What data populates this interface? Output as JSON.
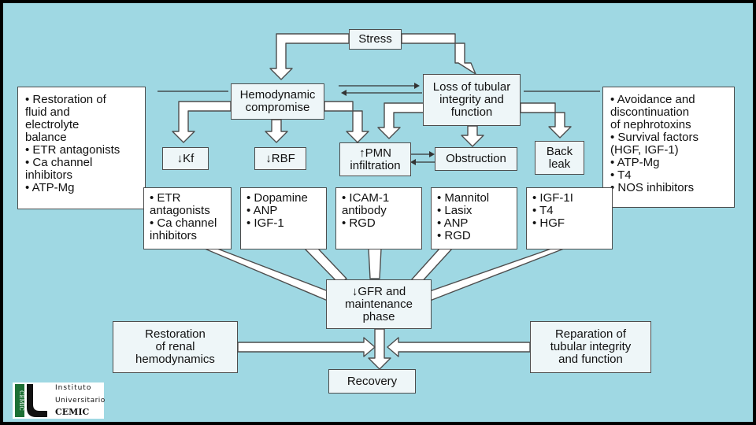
{
  "colors": {
    "background": "#9fd8e3",
    "box_fill_light": "#eef6f8",
    "box_fill_white": "#ffffff",
    "border": "#4d4d4d",
    "arrow_fill": "#ffffff",
    "logo_green": "#1c6f34"
  },
  "nodes": {
    "stress": "Stress",
    "hemodynamic": [
      "Hemodynamic",
      "compromise"
    ],
    "loss_tubular": [
      "Loss of tubular",
      "integrity and",
      "function"
    ],
    "kf": "↓Kf",
    "rbf": "↓RBF",
    "pmn": [
      "↑PMN",
      "infiltration"
    ],
    "obstruction": "Obstruction",
    "back_leak": [
      "Back",
      "leak"
    ],
    "gfr": [
      "↓GFR and",
      "maintenance",
      "phase"
    ],
    "restoration_renal": [
      "Restoration",
      "of renal",
      "hemodynamics"
    ],
    "reparation": [
      "Reparation of",
      "tubular integrity",
      "and function"
    ],
    "recovery": "Recovery"
  },
  "left_panel": [
    "• Restoration of",
    "fluid and",
    "electrolyte",
    "balance",
    "• ETR antagonists",
    "• Ca channel",
    "inhibitors",
    "• ATP-Mg"
  ],
  "right_panel": [
    "• Avoidance and",
    "discontinuation",
    "of nephrotoxins",
    "• Survival factors",
    "(HGF, IGF-1)",
    "• ATP-Mg",
    "• T4",
    "• NOS inhibitors"
  ],
  "treatments": [
    [
      "• ETR",
      "antagonists",
      "• Ca channel",
      "inhibitors"
    ],
    [
      "• Dopamine",
      "• ANP",
      "• IGF-1"
    ],
    [
      "• ICAM-1",
      "antibody",
      "• RGD"
    ],
    [
      "• Mannitol",
      "• Lasix",
      "• ANP",
      "• RGD"
    ],
    [
      "• IGF-1I",
      "• T4",
      "• HGF"
    ]
  ],
  "logo": {
    "line1": "Instituto",
    "line2": "Universitario",
    "line3": "CEMIC",
    "vertical": "CEMIC"
  }
}
